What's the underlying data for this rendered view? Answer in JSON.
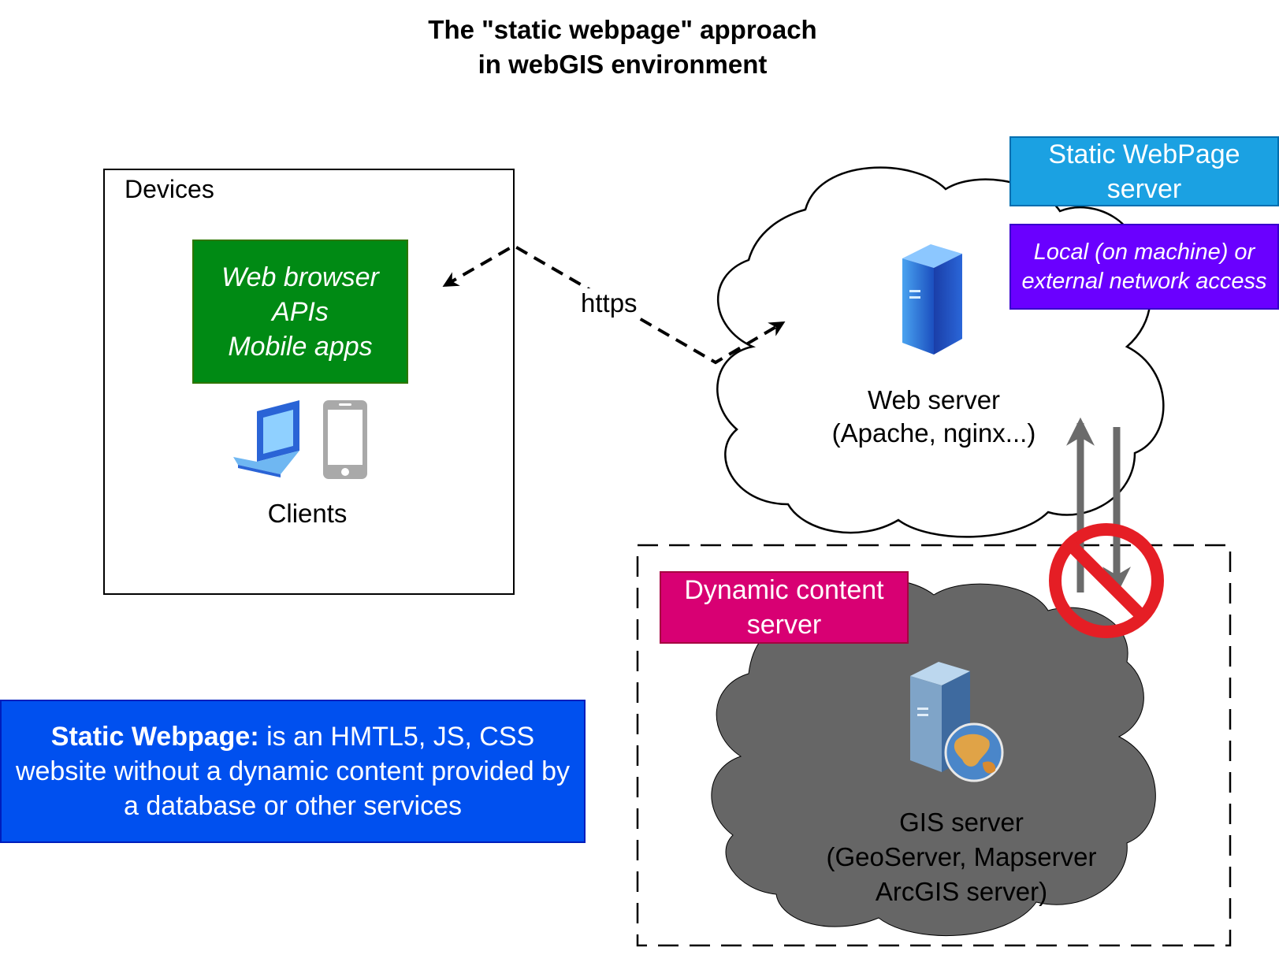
{
  "title": {
    "line1": "The \"static webpage\" approach",
    "line2": "in webGIS environment"
  },
  "devices": {
    "label": "Devices",
    "apps": [
      "Web browser",
      "APIs",
      "Mobile apps"
    ],
    "clients_label": "Clients",
    "icons": [
      "laptop-icon",
      "smartphone-icon"
    ]
  },
  "connection": {
    "label": "https"
  },
  "web_server": {
    "role_label": "Static WebPage server",
    "access_label": "Local (on machine) or external network access",
    "name": "Web server",
    "software": "(Apache, nginx...)",
    "icon": "server-icon"
  },
  "gis_server": {
    "role_label": "Dynamic content server",
    "name": "GIS server",
    "software_line1": "(GeoServer, Mapserver",
    "software_line2": "ArcGIS server)",
    "icon": "gis-server-icon"
  },
  "note": {
    "bold": "Static Webpage:",
    "text": " is an HMTL5, JS, CSS website without a dynamic content provided by a database or other services"
  },
  "colors": {
    "apps_box": "#008a14",
    "static_server_box": "#1ba1e2",
    "access_box": "#6a00ff",
    "dynamic_box": "#d80073",
    "note_box": "#0050ef",
    "gis_cloud": "#666666",
    "forbidden_sign": "#e51e25"
  }
}
